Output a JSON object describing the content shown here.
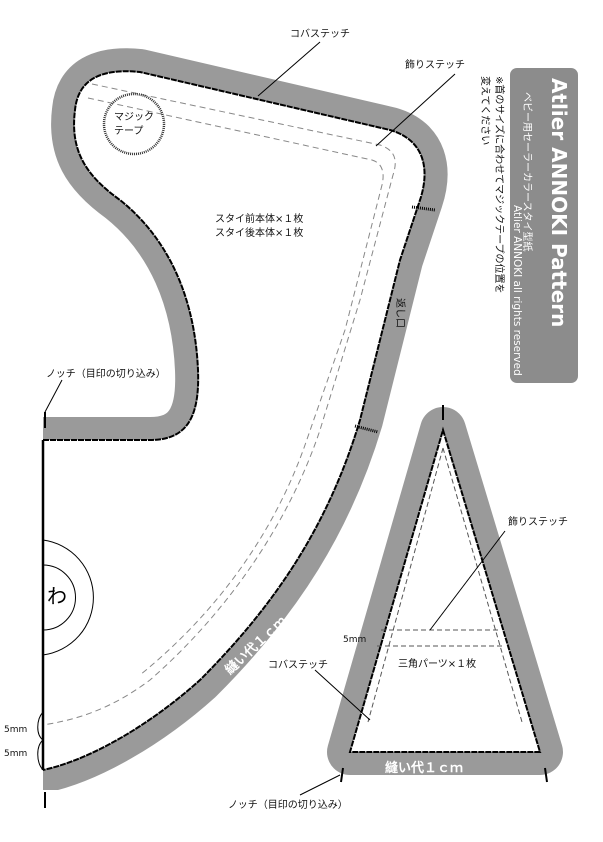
{
  "header": {
    "title": "Atlier ANNOKI Pattern",
    "subtitle": "ベビー用セーラーカラースタイ型紙",
    "rights": "Atlier ANNOKI all rights reserved"
  },
  "note": {
    "line1": "※首のサイズに合わせてマジックテープの位置を",
    "line2": "変えてください"
  },
  "bib": {
    "topstitch_label": "コバステッチ",
    "deco_stitch_label": "飾りステッチ",
    "velcro_line1": "マジック",
    "velcro_line2": "テープ",
    "parts_line1": "スタイ前本体×１枚",
    "parts_line2": "スタイ後本体×１枚",
    "opening_label": "返し口",
    "notch_label": "ノッチ（目印の切り込み）",
    "fold_label": "わ",
    "seam_allowance": "縫い代１ｃｍ",
    "margin1": "5mm",
    "margin2": "5mm"
  },
  "triangle": {
    "deco_stitch_label": "飾りステッチ",
    "topstitch_label": "コバステッチ",
    "margin": "5mm",
    "parts_label": "三角パーツ×１枚",
    "seam_allowance": "縫い代１ｃｍ",
    "notch_label": "ノッチ（目印の切り込み）"
  },
  "colors": {
    "band": "#9a9a9a",
    "header_bg": "#8c8c8c"
  }
}
